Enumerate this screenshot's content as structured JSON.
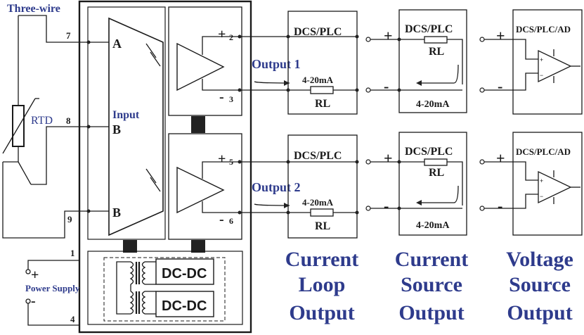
{
  "labels": {
    "three_wire": "Three-wire",
    "rtd": "RTD",
    "input": "Input",
    "pin_a": "A",
    "pin_b": "B",
    "power_supply": "Power Supply",
    "dcdc": "DC-DC",
    "plus": "+",
    "minus": "-",
    "output1": "Output 1",
    "output2": "Output 2",
    "ma": "4-20mA",
    "rl": "RL",
    "dcs_plc": "DCS/PLC",
    "dcs_plc_ad": "DCS/PLC/AD",
    "amp_plus": "+",
    "amp_minus": "−"
  },
  "terminals": {
    "t1": "1",
    "t4": "4",
    "t7": "7",
    "t8": "8",
    "t9": "9",
    "t2": "2",
    "t3": "3",
    "t5": "5",
    "t6": "6"
  },
  "captions": {
    "current_loop": [
      "Current",
      "Loop",
      "Output"
    ],
    "current_source": [
      "Current",
      "Source",
      "Output"
    ],
    "voltage_source": [
      "Voltage",
      "Source",
      "Output"
    ]
  }
}
